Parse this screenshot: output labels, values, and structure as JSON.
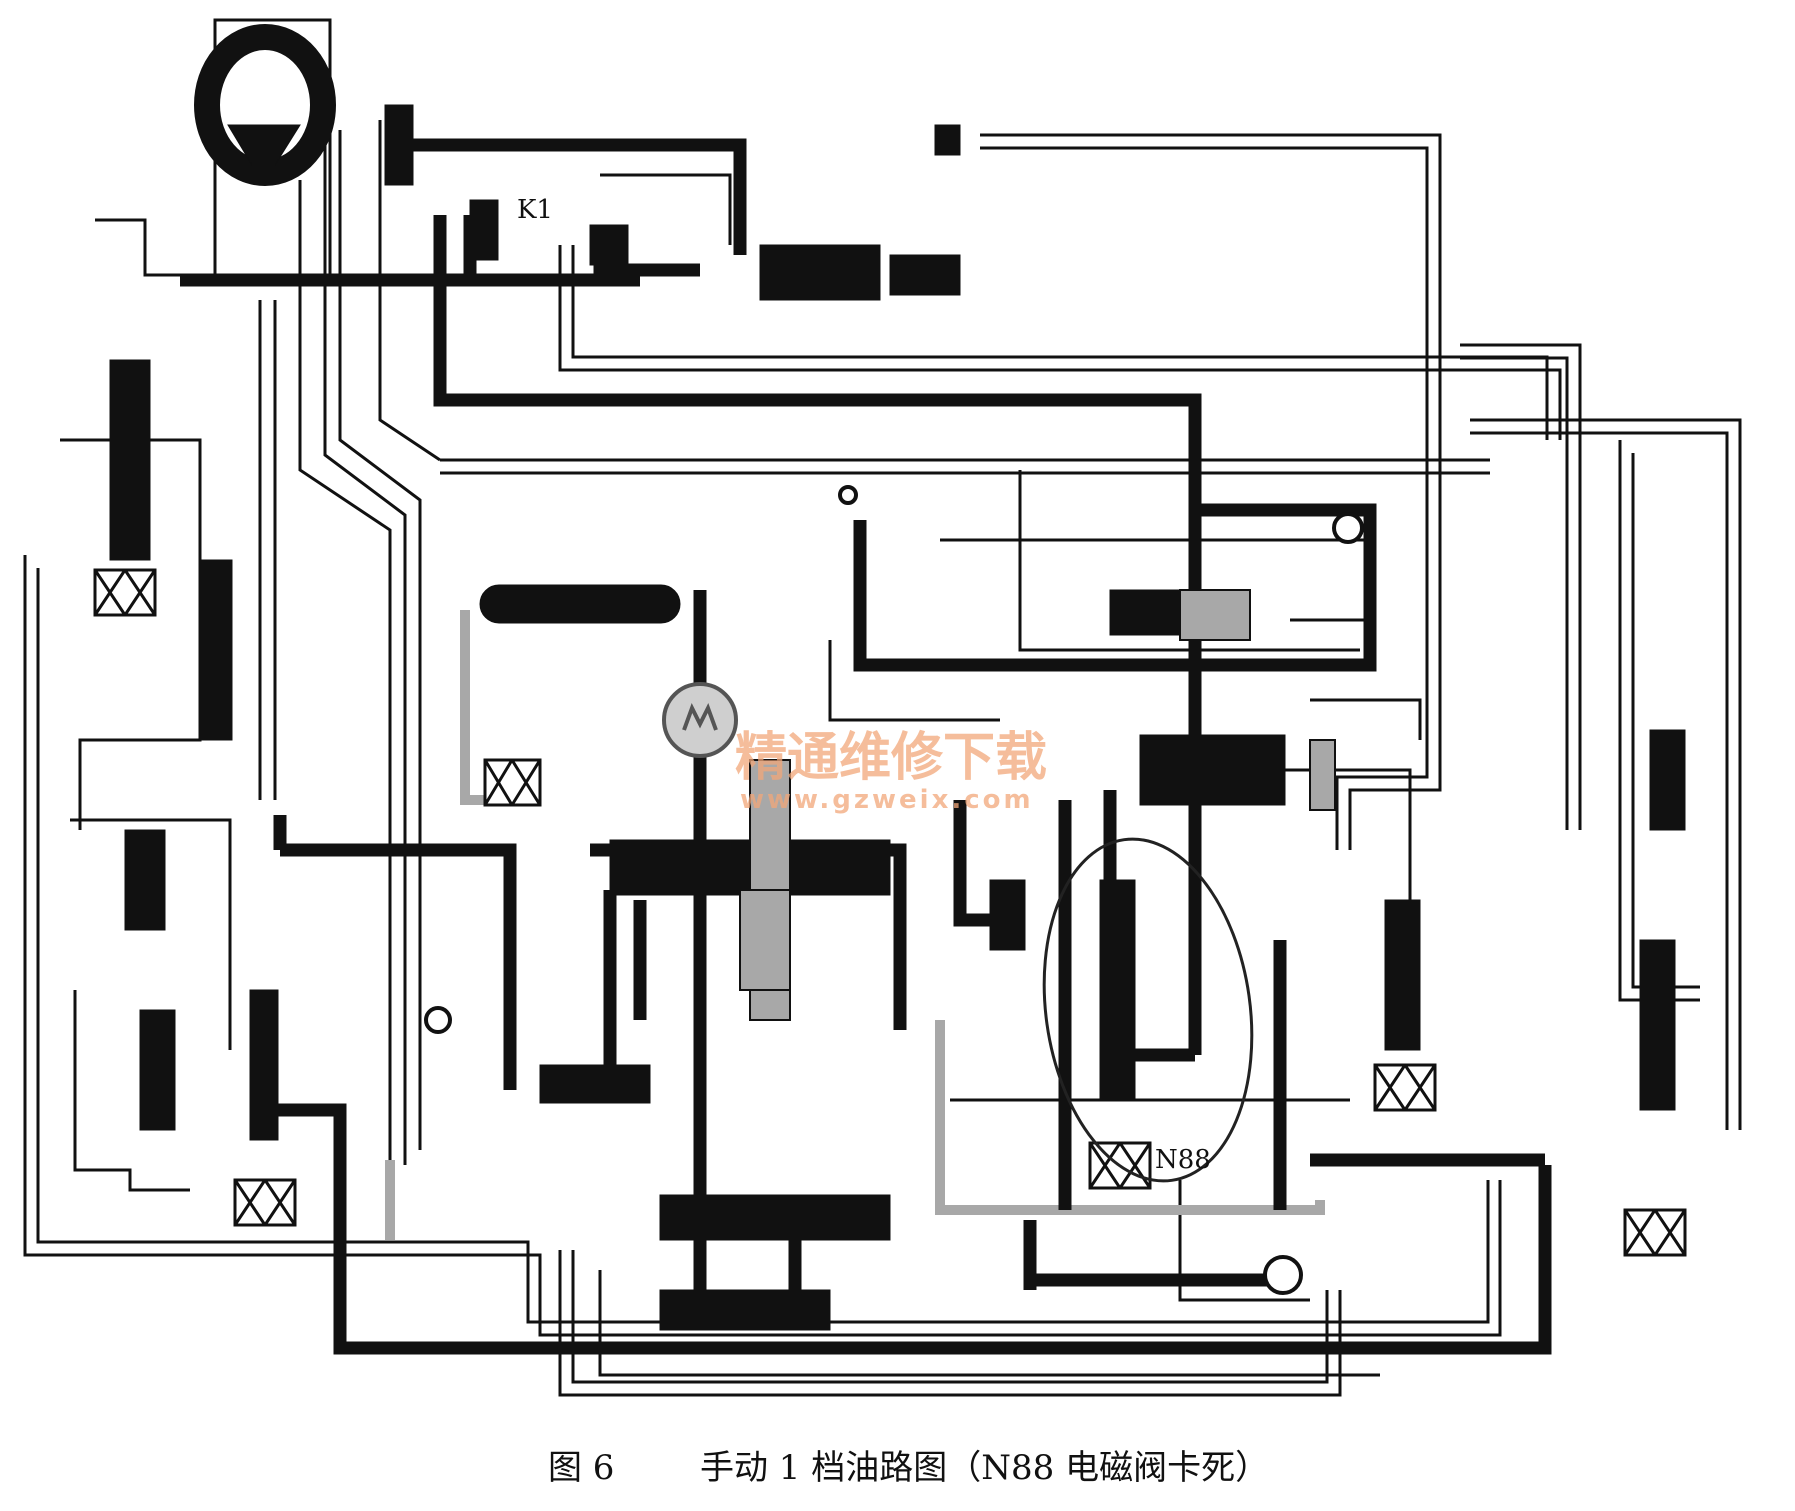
{
  "diagram": {
    "labels": {
      "k1": "K1",
      "n88": "N88"
    },
    "watermark": {
      "cn": "精通维修下载",
      "url": "www.gzweix.com"
    }
  },
  "caption": {
    "figure_no": "图 6",
    "title": "手动 1 档油路图（N88 电磁阀卡死）"
  },
  "colors": {
    "oil_black": "#111111",
    "oil_grey": "#a8a8a8",
    "highlight_ellipse": "#222222",
    "watermark": "#f1a779"
  }
}
